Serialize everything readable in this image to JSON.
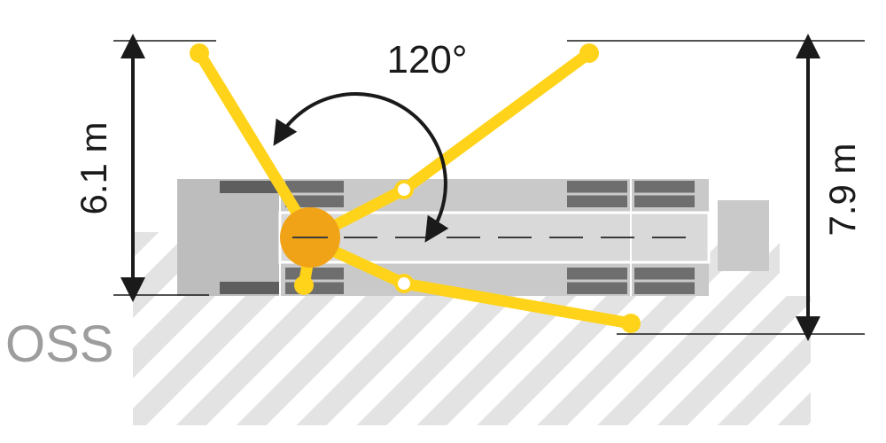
{
  "diagram": {
    "angle_label": "120°",
    "left_dimension": "6.1 m",
    "right_dimension": "7.9 m",
    "side_label": "OSS"
  },
  "colors": {
    "arm_yellow": "#FFD31A",
    "slew_orange": "#F0A316",
    "truck_gray": "#C8C8C8",
    "truck_dark": "#6E6E6E",
    "ground_hatch": "#E3E3E3",
    "ink": "#1A1A1A",
    "oss_gray": "#9D9D9D"
  },
  "icons": [
    "slew-ring-icon",
    "pivot-joint-icon",
    "rotation-arrow-icon",
    "dimension-arrow-icon"
  ]
}
